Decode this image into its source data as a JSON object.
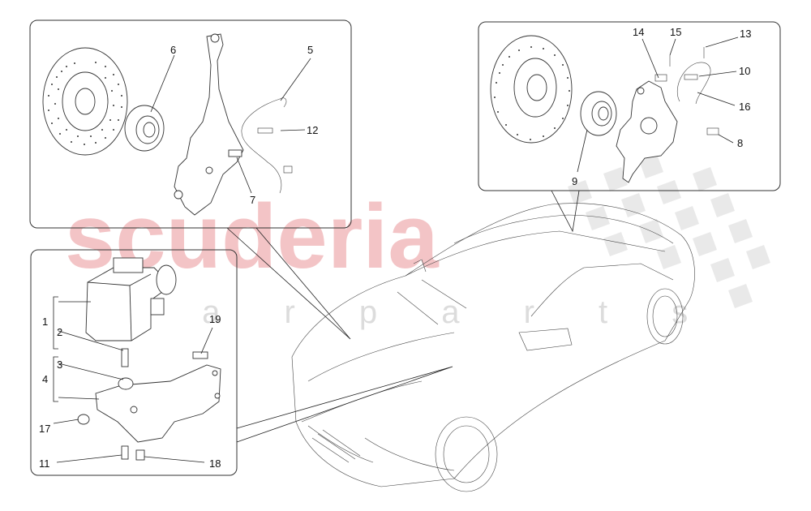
{
  "watermark": {
    "brand": "scuderia",
    "sub": "c a r p a r t s"
  },
  "callouts": {
    "front_brake": {
      "c6": "6",
      "c5": "5",
      "c12": "12",
      "c7": "7"
    },
    "rear_brake": {
      "c14": "14",
      "c15": "15",
      "c13": "13",
      "c10": "10",
      "c16": "16",
      "c8": "8",
      "c9": "9"
    },
    "abs_unit": {
      "c1": "1",
      "c2": "2",
      "c3": "3",
      "c4": "4",
      "c17": "17",
      "c11": "11",
      "c18": "18",
      "c19": "19"
    }
  },
  "colors": {
    "watermark_red": "#f3c4c6",
    "watermark_checker": "#e6e6e6",
    "line": "#222222"
  }
}
